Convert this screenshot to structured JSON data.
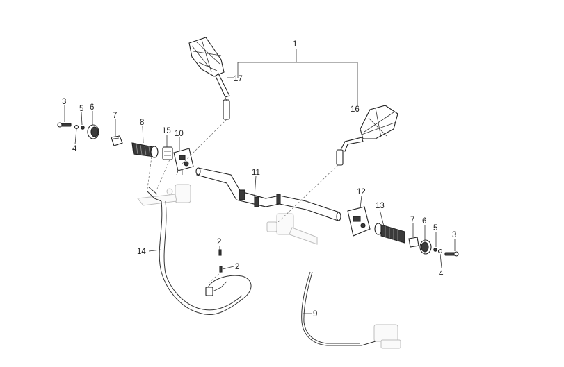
{
  "callouts": {
    "c1": "1",
    "c2a": "2",
    "c2b": "2",
    "c3l": "3",
    "c3r": "3",
    "c4l": "4",
    "c4r": "4",
    "c5l": "5",
    "c5r": "5",
    "c6l": "6",
    "c6r": "6",
    "c7l": "7",
    "c7r": "7",
    "c8": "8",
    "c9": "9",
    "c10": "10",
    "c11": "11",
    "c12": "12",
    "c13": "13",
    "c14": "14",
    "c15": "15",
    "c16": "16",
    "c17": "17"
  }
}
